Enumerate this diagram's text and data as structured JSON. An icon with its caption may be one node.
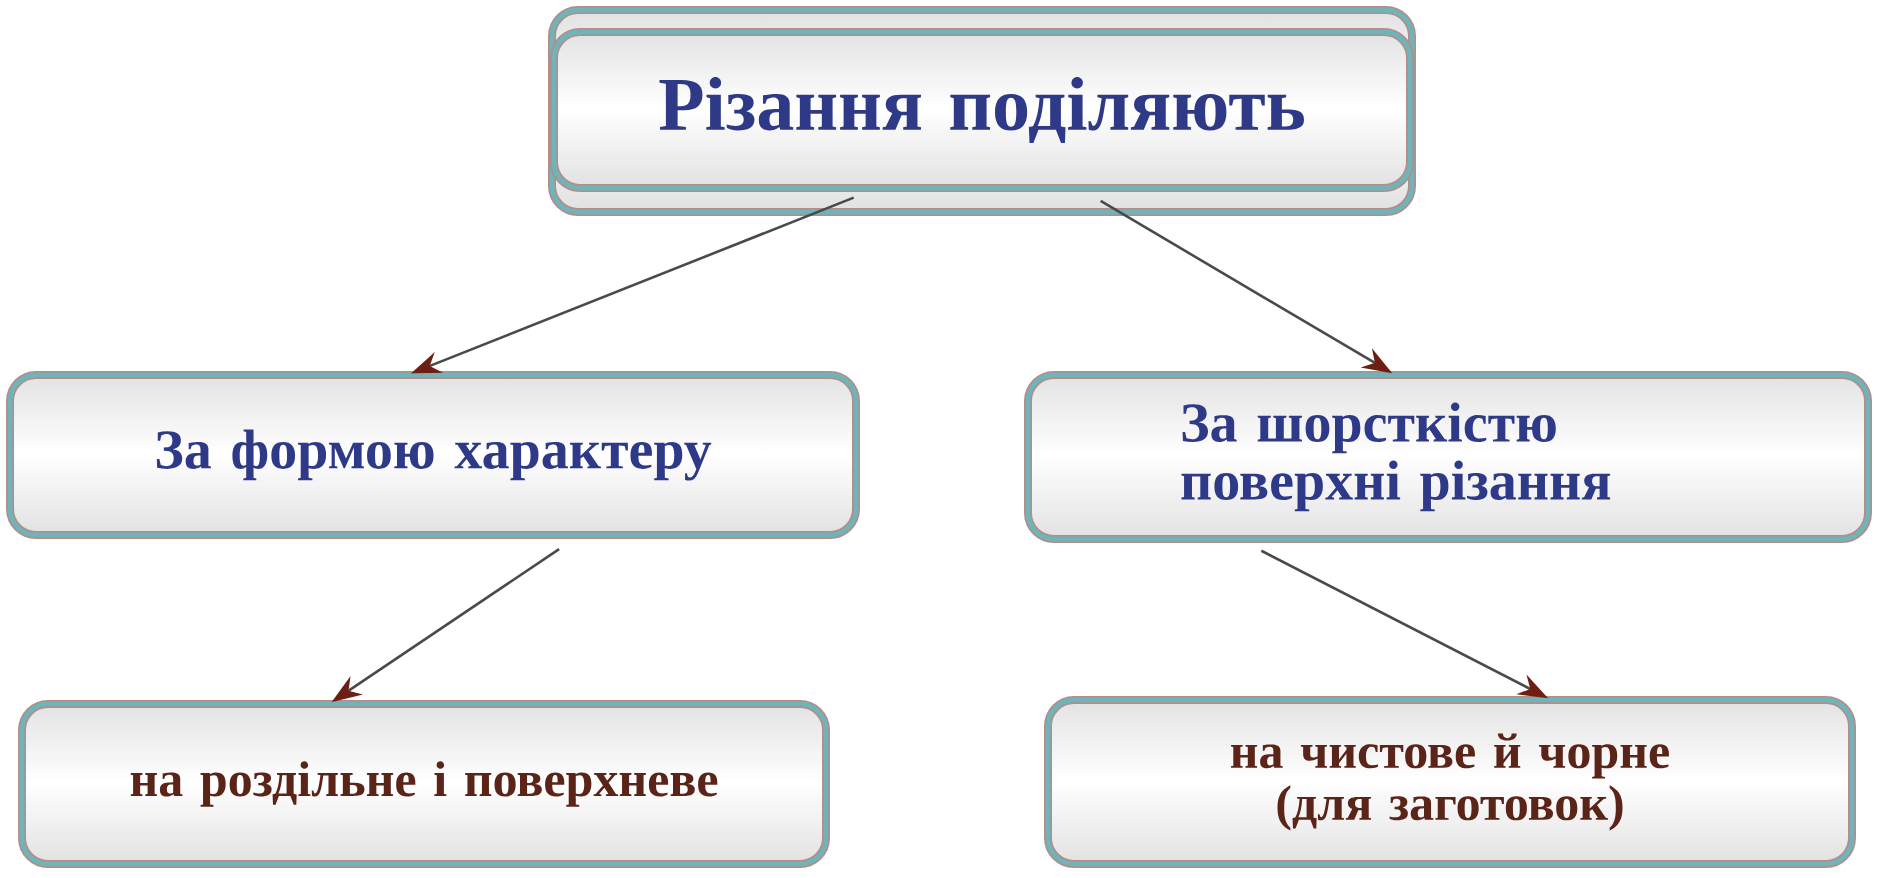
{
  "diagram": {
    "nodes": [
      {
        "text": [
          "Різання поділяють"
        ]
      },
      {
        "text": [
          "За формою характеру"
        ]
      },
      {
        "text": [
          "За шорсткістю поверхні різання"
        ]
      },
      {
        "text": [
          "на роздільне і поверхневе"
        ]
      },
      {
        "text": [
          "на чистове й чорне (для заготовок)"
        ]
      }
    ],
    "edges": [
      {
        "from": 0,
        "to": 1,
        "arrow": "to"
      },
      {
        "from": 0,
        "to": 2,
        "arrow": "to"
      },
      {
        "from": 1,
        "to": 3,
        "arrow": "to"
      },
      {
        "from": 2,
        "to": 4,
        "arrow": "to"
      }
    ]
  }
}
